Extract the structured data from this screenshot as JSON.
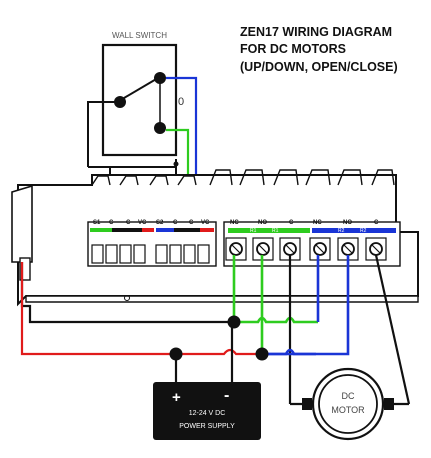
{
  "title": {
    "line1": "ZEN17 WIRING DIAGRAM",
    "line2": "FOR DC MOTORS",
    "line3": "(UP/DOWN, OPEN/CLOSE)"
  },
  "wall_switch": {
    "label": "WALL SWITCH",
    "off_mark": "0"
  },
  "terminals": {
    "left": [
      "S1",
      "C",
      "C",
      "VC",
      "S2",
      "C",
      "C",
      "VC"
    ],
    "relay1": [
      "NC",
      "NO",
      "C"
    ],
    "relay2": [
      "NC",
      "NO",
      "C"
    ],
    "relay1_tag": "R1",
    "relay2_tag": "R2"
  },
  "power_supply": {
    "plus": "+",
    "minus": "-",
    "line1": "12-24 V DC",
    "line2": "POWER SUPPLY"
  },
  "motor": {
    "line1": "DC",
    "line2": "MOTOR"
  },
  "colors": {
    "green": "#2ecc1f",
    "blue": "#1a35d6",
    "red": "#e01b1b",
    "black": "#111111"
  }
}
